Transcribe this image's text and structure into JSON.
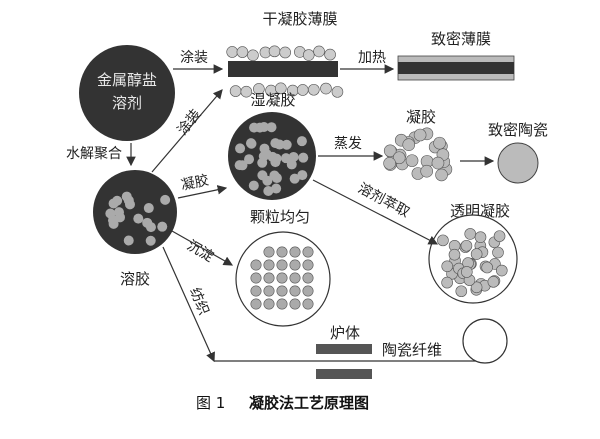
{
  "diagram": {
    "nodes": {
      "alkoxide": {
        "line1": "金属醇盐",
        "line2": "溶剂"
      },
      "sol": {
        "label": "溶胶"
      },
      "dry_gel_film": {
        "label": "干凝胶薄膜"
      },
      "dense_film": {
        "label": "致密薄膜"
      },
      "wet_gel": {
        "label": "湿凝胶"
      },
      "gel": {
        "label": "凝胶"
      },
      "dense_ceramic": {
        "label": "致密陶瓷"
      },
      "transparent_gel": {
        "label": "透明凝胶"
      },
      "uniform_particles": {
        "label": "颗粒均匀"
      },
      "furnace": {
        "label": "炉体"
      },
      "ceramic_fiber": {
        "label": "陶瓷纤维"
      }
    },
    "edges": {
      "coat_top": "涂装",
      "coat_sol": "涂装",
      "hydrolysis": "水解聚合",
      "heat": "加热",
      "gelation": "凝胶",
      "evaporate": "蒸发",
      "solvent_extract": "溶剂萃取",
      "precipitate": "沉淀",
      "spin": "纺织"
    }
  },
  "caption": {
    "figure": "图 1",
    "title": "凝胶法工艺原理图"
  }
}
